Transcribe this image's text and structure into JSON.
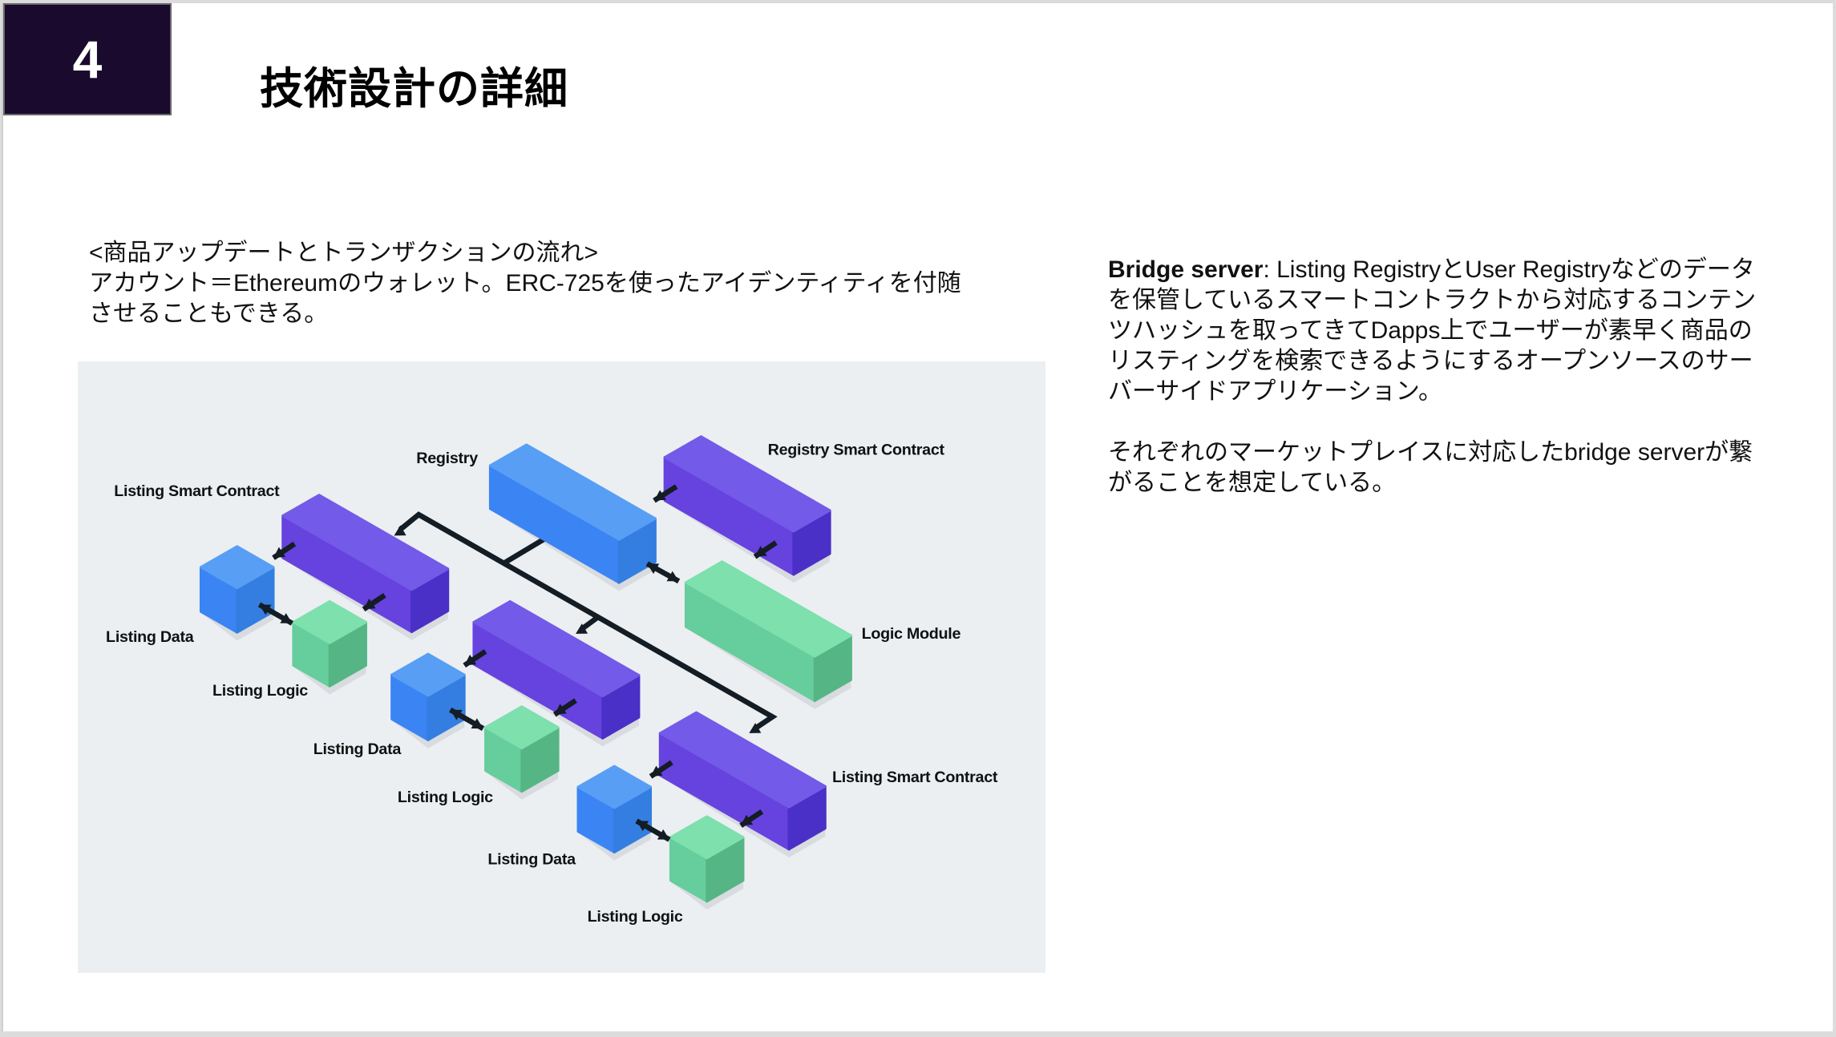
{
  "slide": {
    "number": "4",
    "title": "技術設計の詳細"
  },
  "left_text": {
    "line1": "<商品アップデートとトランザクションの流れ>",
    "line2": "アカウント＝Ethereumのウォレット。ERC-725を使ったアイデンティティを付随",
    "line3": "させることもできる。"
  },
  "right_text": {
    "bold_term": "Bridge server",
    "paragraph1": ": Listing RegistryとUser Registryなどのデータを保管しているスマートコントラクトから対応するコンテンツハッシュを取ってきてDapps上でユーザーが素早く商品のリスティングを検索できるようにするオープンソースのサーバーサイドアプリケーション。",
    "paragraph2": "それぞれのマーケットプレイスに対応したbridge serverが繋がることを想定している。"
  },
  "diagram": {
    "colors": {
      "background": "#ebeff2",
      "blue_top": "#589ef5",
      "blue_front": "#3b84f3",
      "blue_side": "#337ee0",
      "purple_top": "#735ae8",
      "purple_front": "#6642df",
      "purple_side": "#4a30c6",
      "green_top": "#7de0ad",
      "green_front": "#66cd9c",
      "green_side": "#56b584",
      "shadow": "#d8dbdf",
      "connector": "#141c24"
    },
    "labels": {
      "registry": "Registry",
      "registry_smart_contract": "Registry Smart Contract",
      "logic_module": "Logic Module",
      "listing_smart_contract_1": "Listing Smart Contract",
      "listing_data_1": "Listing Data",
      "listing_logic_1": "Listing Logic",
      "listing_data_2": "Listing Data",
      "listing_logic_2": "Listing Logic",
      "listing_smart_contract_3": "Listing Smart Contract",
      "listing_data_3": "Listing Data",
      "listing_logic_3": "Listing Logic"
    }
  }
}
